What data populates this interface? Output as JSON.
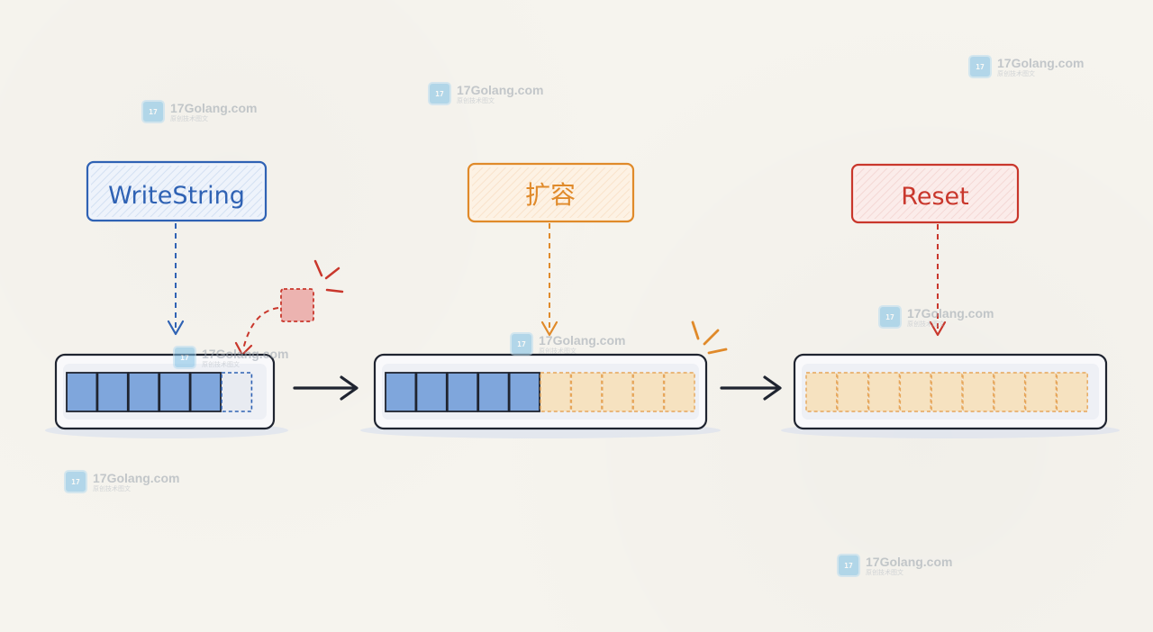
{
  "labels": {
    "write": "WriteString",
    "grow": "扩容",
    "reset": "Reset"
  },
  "colors": {
    "blue": "#2f62b4",
    "blue_fill": "#7fa6dc",
    "orange": "#e08a2a",
    "orange_fill": "#f6e2c0",
    "red": "#c9372c",
    "red_fill": "#ecb3b0",
    "ink": "#1f2430"
  },
  "buffers": [
    {
      "filled": 5,
      "pending": 1,
      "empty": 0
    },
    {
      "filled": 5,
      "pending": 0,
      "empty": 5
    },
    {
      "filled": 0,
      "pending": 0,
      "empty": 9
    }
  ],
  "watermarks": [
    {
      "domain": "17Golang.com",
      "sub": "原创技术图文"
    },
    {
      "domain": "17Golang.com",
      "sub": "原创技术图文"
    },
    {
      "domain": "17Golang.com",
      "sub": "原创技术图文"
    },
    {
      "domain": "17Golang.com",
      "sub": "原创技术图文"
    },
    {
      "domain": "17Golang.com",
      "sub": "原创技术图文"
    },
    {
      "domain": "17Golang.com",
      "sub": "原创技术图文"
    },
    {
      "domain": "17Golang.com",
      "sub": "原创技术图文"
    },
    {
      "domain": "17Golang.com",
      "sub": "原创技术图文"
    }
  ]
}
